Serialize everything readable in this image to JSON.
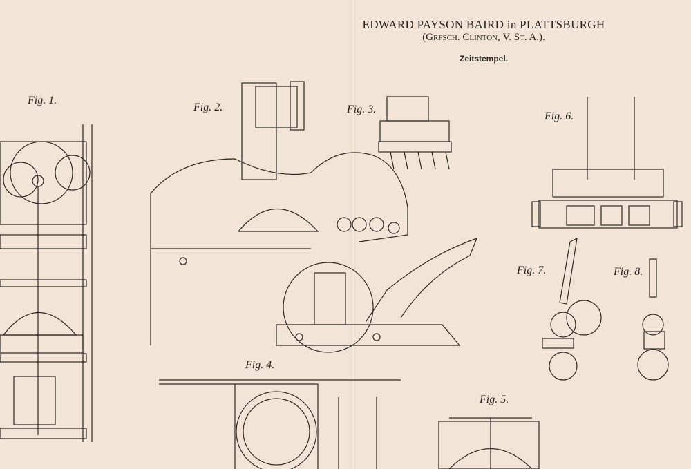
{
  "header": {
    "inventor": "EDWARD PAYSON BAIRD in PLATTSBURGH",
    "location": "(Grfsch. Clinton, V. St. A.).",
    "title": "Zeitstempel."
  },
  "figures": [
    "Fig. 1.",
    "Fig. 2.",
    "Fig. 3.",
    "Fig. 4.",
    "Fig. 5.",
    "Fig. 6.",
    "Fig. 7.",
    "Fig. 8."
  ]
}
